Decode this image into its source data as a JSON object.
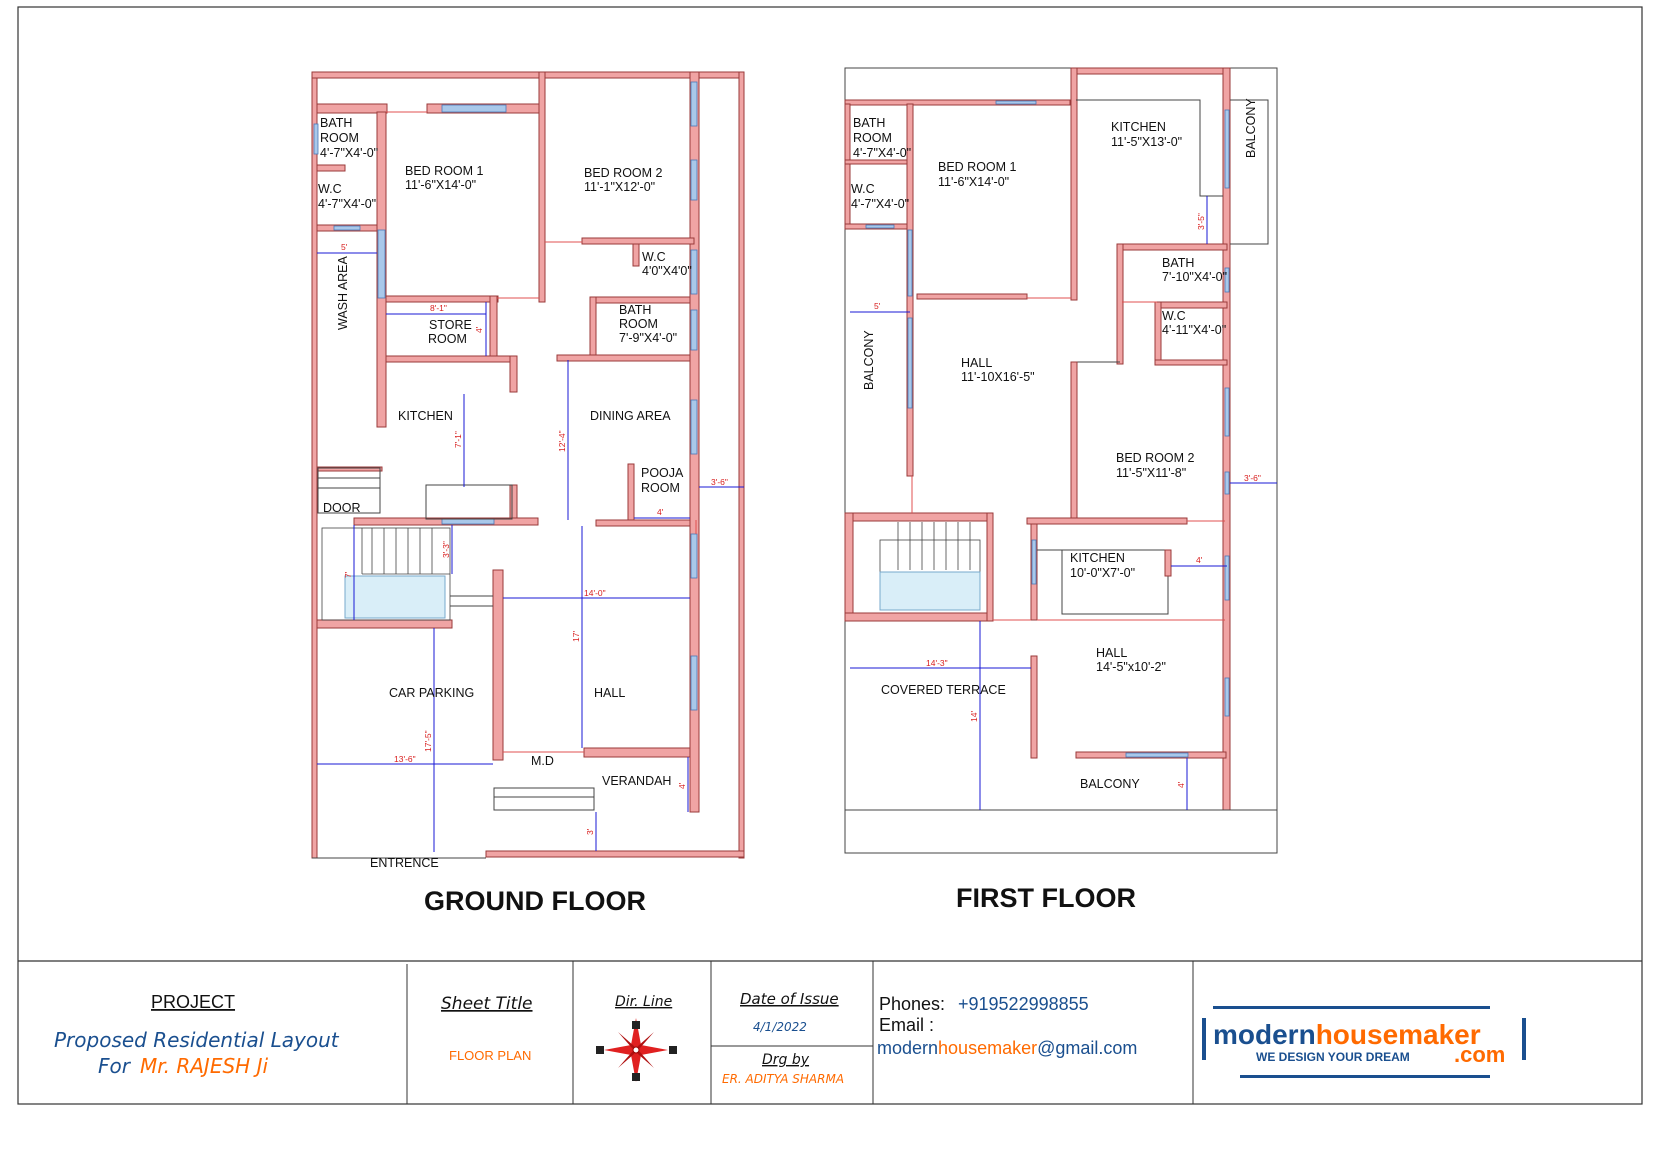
{
  "colors": {
    "wall": "#f0a4a4",
    "wall_edge": "#9a3a3a",
    "window": "#7aa7d6",
    "dimension": "#1919d6",
    "dim_text": "#d81e1e",
    "accent_blue": "#1a4f8f",
    "accent_orange": "#ff6a00"
  },
  "ground_floor": {
    "title": "GROUND FLOOR",
    "rooms": {
      "bath": "BATH",
      "bath2": "ROOM",
      "bath_size": "4'-7\"X4'-0\"",
      "wc": "W.C",
      "wc_size": "4'-7\"X4'-0\"",
      "bed1": "BED ROOM 1",
      "bed1_size": "11'-6\"X14'-0\"",
      "bed2": "BED ROOM 2",
      "bed2_size": "11'-1\"X12'-0\"",
      "wc2": "W.C",
      "wc2_size": "4'0\"X4'0\"",
      "bath2_a": "BATH",
      "bath2_b": "ROOM",
      "bath2_size": "7'-9\"X4'-0\"",
      "wash": "WASH AREA",
      "store_a": "STORE",
      "store_b": "ROOM",
      "kitchen": "KITCHEN",
      "dining": "DINING AREA",
      "pooja_a": "POOJA",
      "pooja_b": "ROOM",
      "door": "DOOR",
      "car": "CAR PARKING",
      "hall": "HALL",
      "md": "M.D",
      "verandah": "VERANDAH",
      "entrance": "ENTRENCE"
    },
    "dims": {
      "d5": "5'",
      "d81": "8'-1\"",
      "d4a": "4'",
      "d71": "7'-1\"",
      "d124": "12'-4\"",
      "d36": "3'-6\"",
      "d4b": "4'",
      "d7": "7'",
      "d33": "3'-3\"",
      "d140": "14'-0\"",
      "d17": "17'",
      "d175": "17'-5\"",
      "d136": "13'-6\"",
      "d4c": "4'",
      "d3": "3'"
    }
  },
  "first_floor": {
    "title": "FIRST FLOOR",
    "rooms": {
      "bath": "BATH",
      "bath2": "ROOM",
      "bath_size": "4'-7\"X4'-0\"",
      "wc": "W.C",
      "wc_size": "4'-7\"X4'-0\"",
      "bed1": "BED ROOM 1",
      "bed1_size": "11'-6\"X14'-0\"",
      "kitchen": "KITCHEN",
      "kitchen_size": "11'-5\"X13'-0\"",
      "balcony_top": "BALCONY",
      "bath_b": "BATH",
      "bath_b_size": "7'-10\"X4'-0\"",
      "wc_b": "W.C",
      "wc_b_size": "4'-11\"X4'-0\"",
      "balcony_left": "BALCONY",
      "hall": "HALL",
      "hall_size": "11'-10X16'-5\"",
      "bed2": "BED ROOM 2",
      "bed2_size": "11'-5\"X11'-8\"",
      "kitchen2": "KITCHEN",
      "kitchen2_size": "10'-0\"X7'-0\"",
      "hall2": "HALL",
      "hall2_size": "14'-5\"x10'-2\"",
      "terrace": "COVERED TERRACE",
      "balcony_bottom": "BALCONY"
    },
    "dims": {
      "d35": "3'-5\"",
      "d5": "5'",
      "d36": "3'-6\"",
      "d4a": "4'",
      "d143": "14'-3\"",
      "d14": "14'",
      "d4b": "4'"
    }
  },
  "title_block": {
    "project_label": "PROJECT",
    "project_line1": "Proposed Residential Layout",
    "project_for": "For",
    "project_client": "Mr. RAJESH  Ji",
    "sheet_title_label": "Sheet Title",
    "sheet_title_value": "FLOOR PLAN",
    "dir_label": "Dir. Line",
    "date_label": "Date of Issue",
    "date_value": "4/1/2022",
    "drg_label": "Drg by",
    "drg_value": "ER. ADITYA SHARMA",
    "phones_label": "Phones:",
    "phones_value": "+919522998855",
    "email_label": "Email :",
    "email_part1": "modern",
    "email_part2": "housemaker",
    "email_part3": "@gmail.com",
    "logo_main_1": "modern",
    "logo_main_2": "housemaker",
    "logo_tagline": "WE DESIGN YOUR DREAM",
    "logo_com": ".com"
  }
}
